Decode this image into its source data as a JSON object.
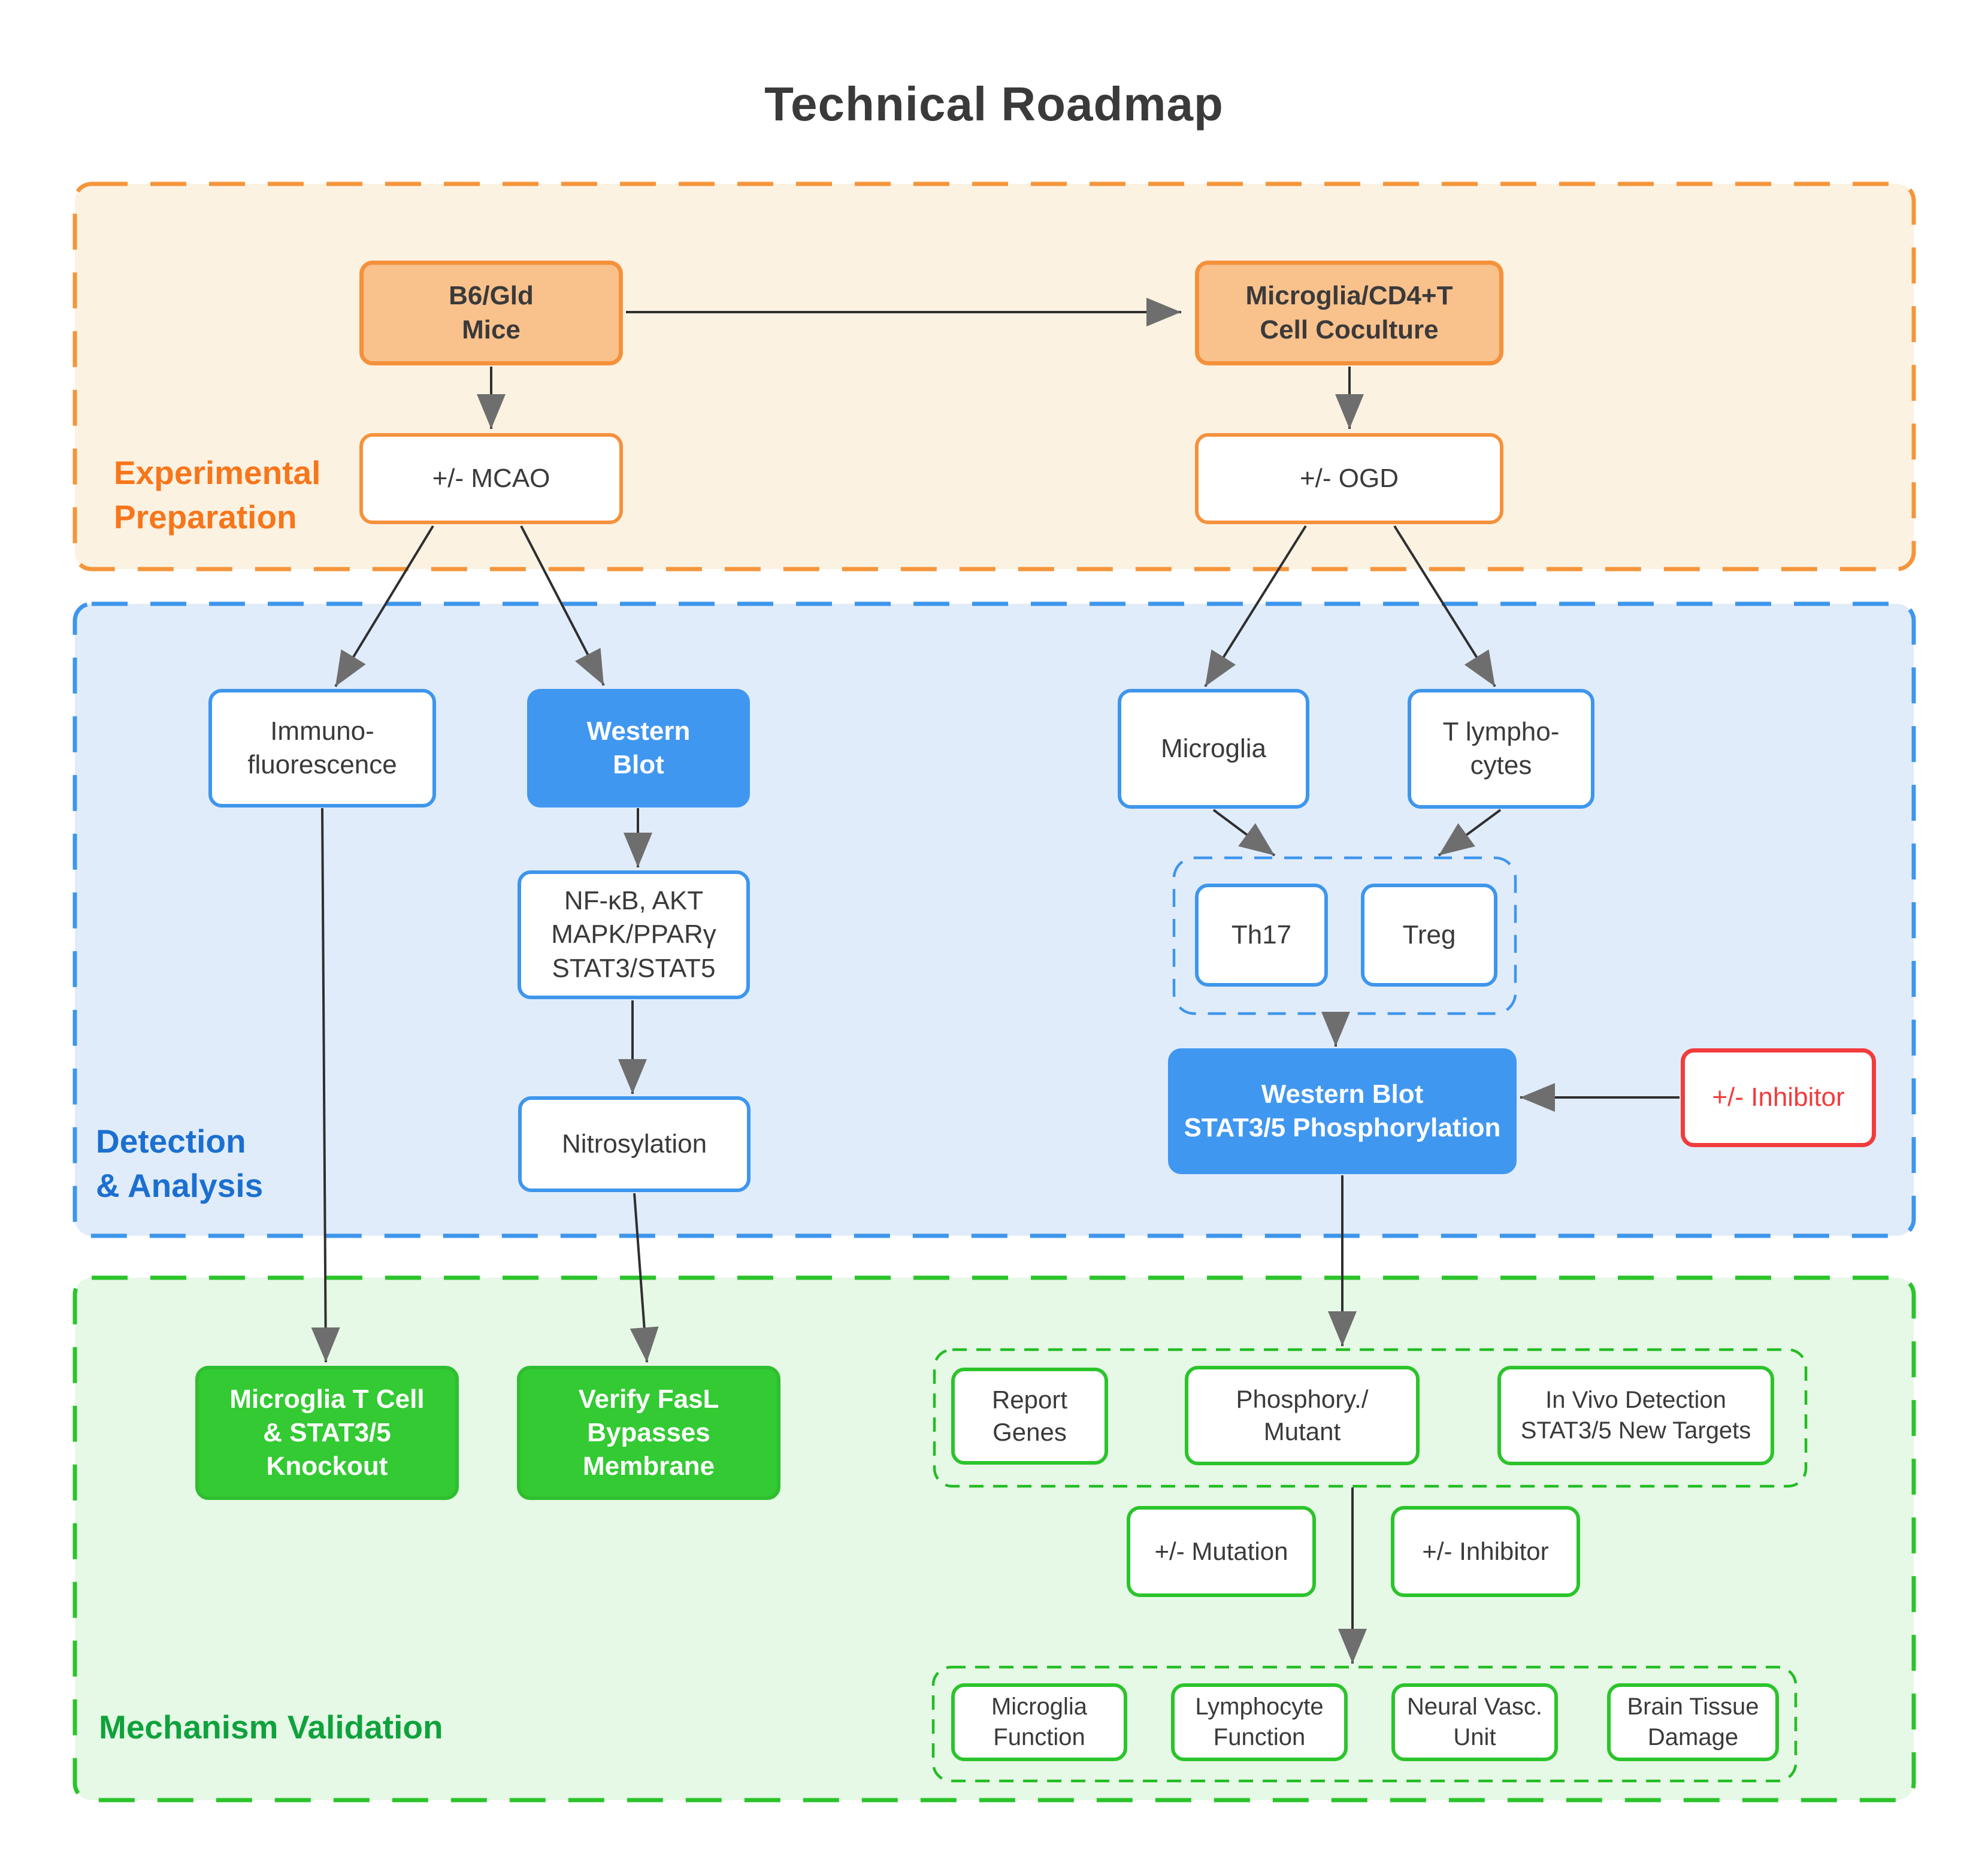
{
  "title": "Technical Roadmap",
  "colors": {
    "orange_accent": "#f5913b",
    "orange_fill": "#f9c18c",
    "orange_section_bg": "#fcf2e2",
    "orange_label": "#f7761b",
    "blue_accent": "#3e96ec",
    "blue_fill": "#4097f0",
    "blue_section_bg": "#e1ecfa",
    "blue_label": "#1b6fd0",
    "green_accent": "#2bc42b",
    "green_fill": "#33ca33",
    "green_section_bg": "#e6f8e6",
    "green_label": "#0fa23c",
    "red_accent": "#f23c3c",
    "arrow_line": "#2f2f2f",
    "arrow_head": "#6e6e6e",
    "text_dark": "#3a3a3a"
  },
  "sections": {
    "experimental_preparation": {
      "label": "Experimental\nPreparation",
      "nodes": {
        "b6gld": "B6/Gld\nMice",
        "coculture": "Microglia/CD4+T\nCell Coculture",
        "mcao": "+/- MCAO",
        "ogd": "+/- OGD"
      }
    },
    "detection_analysis": {
      "label": "Detection\n& Analysis",
      "nodes": {
        "immuno": "Immuno-\nfluorescence",
        "western_blot": "Western\nBlot",
        "pathways": "NF-κB, AKT\nMAPK/PPARγ\nSTAT3/STAT5",
        "nitrosylation": "Nitrosylation",
        "microglia": "Microglia",
        "t_lymphocytes": "T lympho-\ncytes",
        "th17": "Th17",
        "treg": "Treg",
        "wb_stat_phospho": "Western Blot\nSTAT3/5 Phosphorylation",
        "inhibitor": "+/- Inhibitor"
      }
    },
    "mechanism_validation": {
      "label": "Mechanism Validation",
      "nodes": {
        "knockout": "Microglia T Cell\n& STAT3/5\nKnockout",
        "fasl": "Verify FasL\nBypasses\nMembrane",
        "report_genes": "Report\nGenes",
        "phosphory_mutant": "Phosphory./\nMutant",
        "in_vivo": "In Vivo Detection\nSTAT3/5 New Targets",
        "mutation": "+/- Mutation",
        "inhibitor": "+/- Inhibitor",
        "microglia_function": "Microglia\nFunction",
        "lymphocyte_function": "Lymphocyte\nFunction",
        "neural_vasc_unit": "Neural Vasc.\nUnit",
        "brain_tissue_damage": "Brain Tissue\nDamage"
      }
    }
  }
}
